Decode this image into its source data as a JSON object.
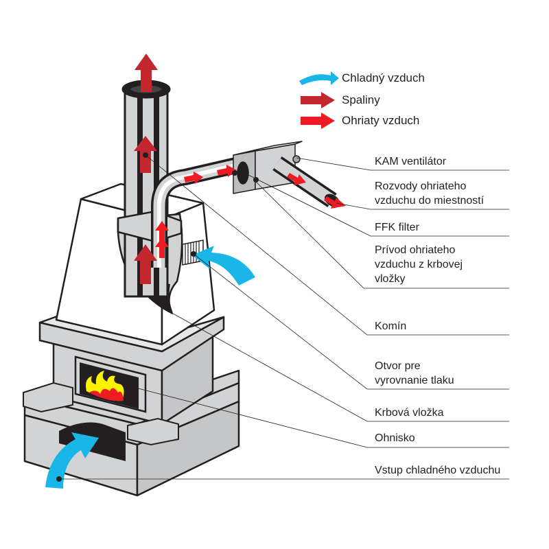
{
  "legend": [
    {
      "label": "Chladný vzduch",
      "icon": "cold-air-arrow",
      "color": "#19b6e8"
    },
    {
      "label": "Spaliny",
      "icon": "flue-gas-arrow",
      "color": "#c1272d"
    },
    {
      "label": "Ohriaty vzduch",
      "icon": "warm-air-arrow",
      "color": "#ed1c24"
    }
  ],
  "callouts": {
    "kam_fan": "KAM ventilátor",
    "distribution_line1": "Rozvody ohriateho",
    "distribution_line2": "vzduchu do miestností",
    "ffk_filter": "FFK filter",
    "supply_line1": "Prívod ohriateho",
    "supply_line2": "vzduchu z krbovej",
    "supply_line3": "vložky",
    "chimney": "Komín",
    "pressure_line1": "Otvor pre",
    "pressure_line2": "vyrovnanie tlaku",
    "insert": "Krbová vložka",
    "firebox": "Ohnisko",
    "cold_inlet": "Vstup chladného vzduchu"
  },
  "colors": {
    "cold_air": "#19b6e8",
    "flue_gas": "#c1272d",
    "warm_air": "#ed1c24",
    "body_gray": "#d1d3d4",
    "outline": "#231f20",
    "flame_yellow": "#fff200",
    "flame_red": "#ed1c24"
  }
}
